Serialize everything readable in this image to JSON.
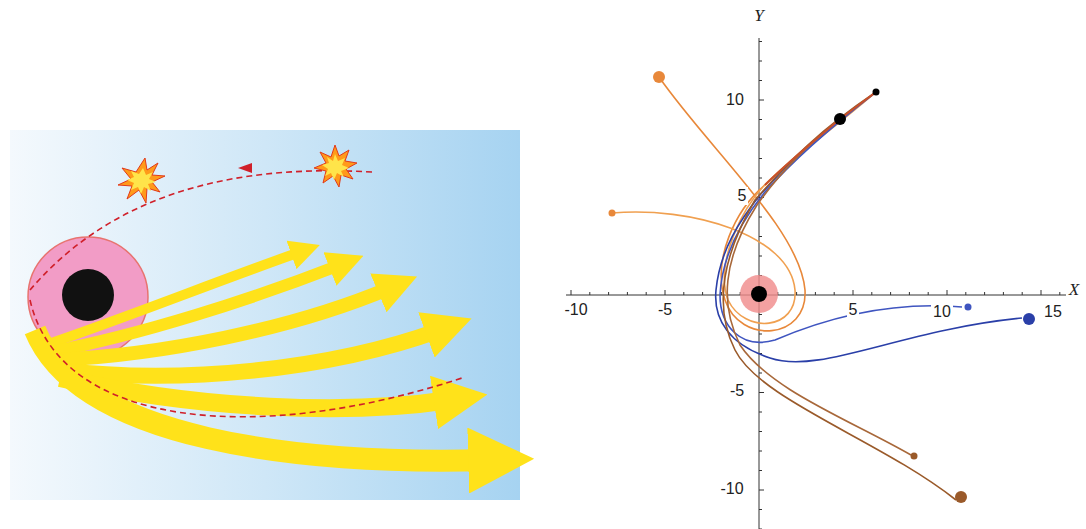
{
  "diagram": {
    "labels": [
      "Y",
      "-10",
      "-5",
      "5",
      "10",
      "15",
      "X",
      "10",
      "5",
      "-5",
      "-10"
    ]
  }
}
